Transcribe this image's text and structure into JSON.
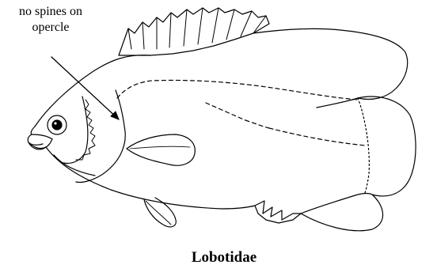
{
  "annotation": {
    "line1": "no spines on",
    "line2": "opercle"
  },
  "caption": "Lobotidae",
  "colors": {
    "stroke": "#000000",
    "background": "#ffffff"
  }
}
